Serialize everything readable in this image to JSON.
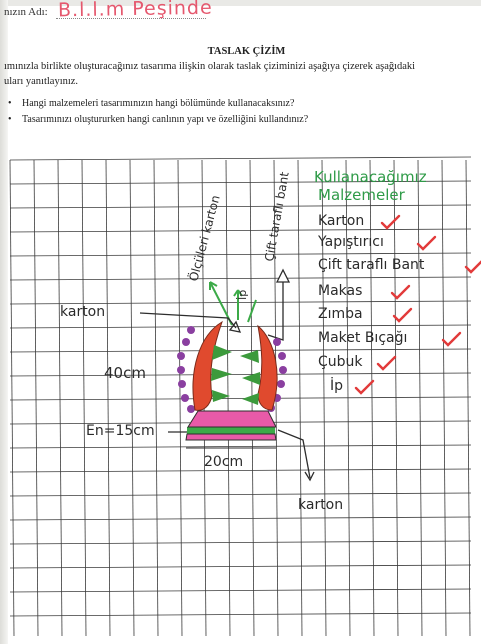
{
  "header": {
    "name_label": "nızın Adı:",
    "name_value": "B.l.l.m Peşinde"
  },
  "worksheet": {
    "title": "TASLAK ÇİZİM",
    "intro_line1": "ımınızla birlikte oluşturacağınız tasarıma ilişkin olarak taslak çiziminizi aşağıya çizerek aşağıdaki",
    "intro_line2": "uları yanıtlayınız.",
    "questions": [
      "Hangi malzemeleri tasarımınızın hangi bölümünde kullanacaksınız?",
      "Tasarımınızı oluştururken hangi canlının yapı ve özelliğini kullandınız?"
    ]
  },
  "drawing": {
    "heading_line1": "Kullanacağımız",
    "heading_line2": "Malzemeler",
    "materials": [
      "Karton",
      "Yapıştırıcı",
      "Çift taraflı Bant",
      "Makas",
      "Zımba",
      "Maket Bıçağı",
      "Çubuk",
      "İp"
    ],
    "check_color": "#e23a3a",
    "label_vertical_left": "Ölçüleri karton",
    "label_vertical_right": "Çift taraflı bant",
    "label_arrow_mid": "İp",
    "label_karton_left": "karton",
    "label_height": "40cm",
    "label_width": "20cm",
    "label_base": "En=15cm",
    "label_karton_bottom": "karton",
    "colors": {
      "leaf_red": "#e04a2e",
      "spike_green": "#3c9a3c",
      "dots_purple": "#8a3fa0",
      "base_pink": "#e85aa8",
      "stem_green": "#3caa48",
      "handwriting_green": "#2f9b48"
    }
  }
}
